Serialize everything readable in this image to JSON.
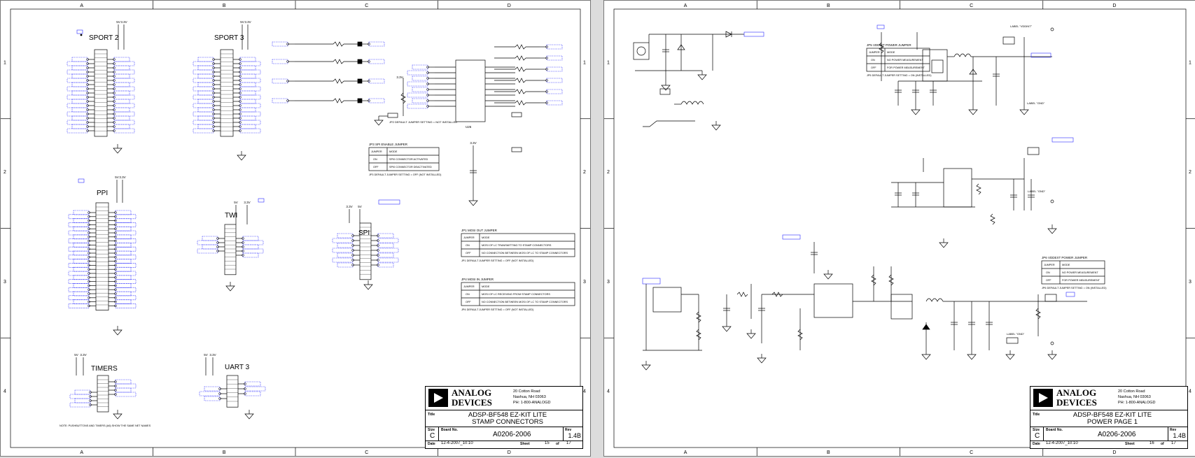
{
  "sheets": [
    {
      "zone_cols": [
        "A",
        "B",
        "C",
        "D"
      ],
      "zone_rows": [
        "1",
        "2",
        "3",
        "4"
      ],
      "section_labels": [
        "SPORT 2",
        "SPORT 3",
        "PPI",
        "TWI",
        "SPI",
        "TIMERS",
        "UART 3"
      ],
      "rail_labels": {
        "v5": "5V",
        "v33": "3.3V"
      },
      "tables": [
        {
          "title": "JP3 SPI ENABLE JUMPER",
          "headers": [
            "JUMPER",
            "MODE"
          ],
          "rows": [
            [
              "ON",
              "SPI0 CONNECTOR ACTIVATED"
            ],
            [
              "OFF",
              "SPI0 CONNECTOR DEACTIVATED"
            ]
          ],
          "note": "JP3 DEFAULT JUMPER SETTING = OFF (NOT INSTALLED)"
        },
        {
          "title": "JP1 MOSI OUT JUMPER",
          "headers": [
            "JUMPER",
            "MODE"
          ],
          "rows": [
            [
              "ON",
              "MOSI OF LC TRANSMITTING TO STAMP CONNECTORS"
            ],
            [
              "OFF",
              "NO CONNECTION BETWEEN MOSI OF LC TO STAMP CONNECTORS"
            ]
          ],
          "note": "JP1 DEFAULT JUMPER SETTING = OFF (NOT INSTALLED)"
        },
        {
          "title": "JP4 MOSI IN JUMPER",
          "headers": [
            "JUMPER",
            "MODE"
          ],
          "rows": [
            [
              "ON",
              "MOSI OF LC RECEIVING FROM STAMP CONNECTORS"
            ],
            [
              "OFF",
              "NO CONNECTION BETWEEN MOSI OF LC TO STAMP CONNECTORS"
            ]
          ],
          "note": "JP4 DEFAULT JUMPER SETTING = OFF (NOT INSTALLED)"
        }
      ],
      "jumper_note": "JP2 DEFAULT JUMPER SETTING = NOT INSTALLED",
      "footnote": "NOTE: PUSHBUTTONS AND TIMERS (A6) SHOW THE SAME NET NAMES",
      "ic_label": "U26",
      "title_block": {
        "company_line1": "ANALOG",
        "company_line2": "DEVICES",
        "address1": "20 Cotton Road",
        "address2": "Nashua, NH 03063",
        "phone": "PH: 1-800-ANALOGD",
        "title_label": "Title",
        "title_line1": "ADSP-BF548 EZ-KIT LITE",
        "title_line2": "STAMP CONNECTORS",
        "size_label": "Size",
        "size": "C",
        "board_label": "Board No.",
        "board_no": "A0206-2006",
        "rev_label": "Rev",
        "rev": "1.4B",
        "date_label": "Date",
        "date": "12-4-2007_10:10",
        "sheet_label": "Sheet",
        "sheet_no": "15",
        "of_label": "of",
        "sheet_total": "17"
      }
    },
    {
      "zone_cols": [
        "A",
        "B",
        "C",
        "D"
      ],
      "zone_rows": [
        "1",
        "2",
        "3",
        "4"
      ],
      "net_labels": [
        "LABEL \"VDDINT\"",
        "LABEL \"GND\"",
        "LABEL \"GND\"",
        "LABEL \"GND\""
      ],
      "tables": [
        {
          "title": "JP5 VDDINT POWER JUMPER",
          "headers": [
            "JUMPER",
            "MODE"
          ],
          "rows": [
            [
              "ON",
              "NO POWER MEASUREMENT"
            ],
            [
              "OFF",
              "FOR POWER MEASUREMENT"
            ]
          ],
          "note": "JP5 DEFAULT JUMPER SETTING = ON (INSTALLED)"
        },
        {
          "title": "JP6 VDDEXT POWER JUMPER",
          "headers": [
            "JUMPER",
            "MODE"
          ],
          "rows": [
            [
              "ON",
              "NO POWER MEASUREMENT"
            ],
            [
              "OFF",
              "FOR POWER MEASUREMENT"
            ]
          ],
          "note": "JP6 DEFAULT JUMPER SETTING = ON (INSTALLED)"
        }
      ],
      "title_block": {
        "company_line1": "ANALOG",
        "company_line2": "DEVICES",
        "address1": "20 Cotton Road",
        "address2": "Nashua, NH 03063",
        "phone": "PH: 1-800-ANALOGD",
        "title_label": "Title",
        "title_line1": "ADSP-BF548 EZ-KIT LITE",
        "title_line2": "POWER PAGE 1",
        "size_label": "Size",
        "size": "C",
        "board_label": "Board No.",
        "board_no": "A0206-2006",
        "rev_label": "Rev",
        "rev": "1.4B",
        "date_label": "Date",
        "date": "12-4-2007_10:10",
        "sheet_label": "Sheet",
        "sheet_no": "16",
        "of_label": "of",
        "sheet_total": "17"
      }
    }
  ]
}
